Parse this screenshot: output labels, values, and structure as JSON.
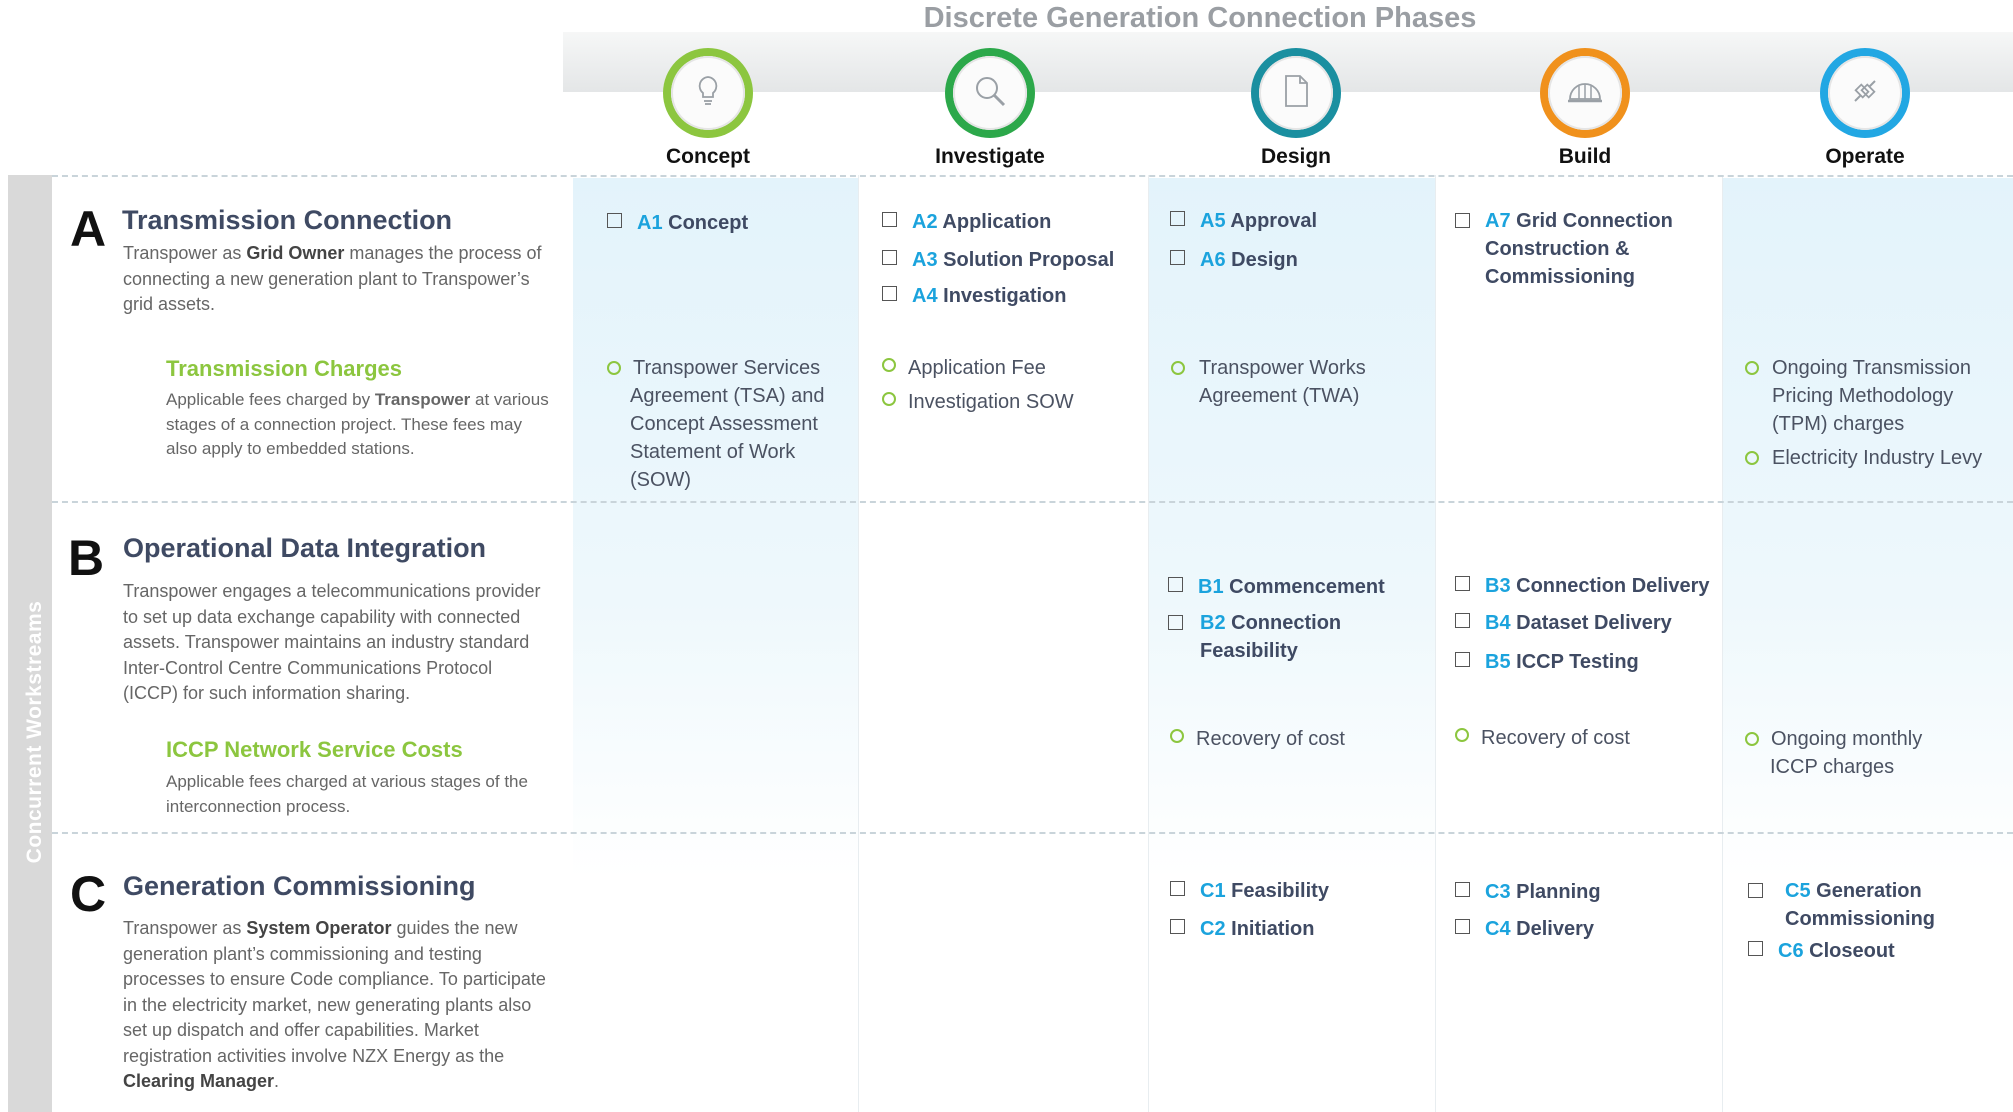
{
  "title": "Discrete Generation Connection Phases",
  "side_label": "Concurrent Workstreams",
  "colors": {
    "concept": "#8cc63f",
    "investigate": "#2ca84a",
    "design": "#1a8fa0",
    "build": "#f0911c",
    "operate": "#22a7e3",
    "code": "#1ba3dd",
    "subtitle": "#8cc63f"
  },
  "phases": [
    {
      "label": "Concept",
      "icon": "lightbulb-icon"
    },
    {
      "label": "Investigate",
      "icon": "magnifier-icon"
    },
    {
      "label": "Design",
      "icon": "document-icon"
    },
    {
      "label": "Build",
      "icon": "hardhat-icon"
    },
    {
      "label": "Operate",
      "icon": "plug-icon"
    }
  ],
  "sections": {
    "a": {
      "letter": "A",
      "title": "Transmission Connection",
      "desc_1": "Transpower as ",
      "desc_bold": "Grid Owner",
      "desc_2": " manages the process of connecting a new generation plant to Transpower’s grid assets.",
      "sub_title": "Transmission Charges",
      "sub_1": "Applicable fees charged by ",
      "sub_bold": "Transpower",
      "sub_2": " at various stages of a connection project. These fees may also apply to embedded stations.",
      "items": {
        "a1": {
          "code": "A1",
          "text": "Concept"
        },
        "a2": {
          "code": "A2",
          "text": "Application"
        },
        "a3": {
          "code": "A3",
          "text": "Solution Proposal"
        },
        "a4": {
          "code": "A4",
          "text": "Investigation"
        },
        "a5": {
          "code": "A5",
          "text": "Approval"
        },
        "a6": {
          "code": "A6",
          "text": "Design"
        },
        "a7": {
          "code": "A7",
          "text": "Grid Connection Construction & Commissioning"
        }
      },
      "fees": {
        "concept": "Transpower Services Agreement (TSA) and Concept Assessment Statement of Work (SOW)",
        "investigate_1": "Application Fee",
        "investigate_2": "Investigation SOW",
        "design": "Transpower Works Agreement (TWA)",
        "operate_1": "Ongoing Transmission Pricing Methodology (TPM) charges",
        "operate_2": "Electricity Industry Levy"
      }
    },
    "b": {
      "letter": "B",
      "title": "Operational Data Integration",
      "desc": "Transpower engages a telecommunications provider to set up data exchange capability with connected assets. Transpower maintains an industry standard Inter-Control Centre Communications Protocol (ICCP) for such information sharing.",
      "sub_title": "ICCP Network Service Costs",
      "sub_desc": "Applicable fees charged at various stages of the interconnection process.",
      "items": {
        "b1": {
          "code": "B1",
          "text": "Commencement"
        },
        "b2": {
          "code": "B2",
          "text": "Connection Feasibility"
        },
        "b3": {
          "code": "B3",
          "text": "Connection Delivery"
        },
        "b4": {
          "code": "B4",
          "text": "Dataset Delivery"
        },
        "b5": {
          "code": "B5",
          "text": "ICCP Testing"
        }
      },
      "fees": {
        "design": "Recovery of cost",
        "build": "Recovery of cost",
        "operate": "Ongoing monthly ICCP charges"
      }
    },
    "c": {
      "letter": "C",
      "title": "Generation Commissioning",
      "desc_1": "Transpower as ",
      "desc_bold_1": "System Operator",
      "desc_2": " guides the new generation plant’s commissioning and testing processes to ensure Code compliance. To participate in the electricity market, new generating plants also set up dispatch and offer capabilities. Market registration activities involve NZX Energy as the ",
      "desc_bold_2": "Clearing Manager",
      "desc_3": ".",
      "items": {
        "c1": {
          "code": "C1",
          "text": "Feasibility"
        },
        "c2": {
          "code": "C2",
          "text": "Initiation"
        },
        "c3": {
          "code": "C3",
          "text": "Planning"
        },
        "c4": {
          "code": "C4",
          "text": "Delivery"
        },
        "c5": {
          "code": "C5",
          "text": "Generation Commissioning"
        },
        "c6": {
          "code": "C6",
          "text": "Closeout"
        }
      }
    }
  }
}
